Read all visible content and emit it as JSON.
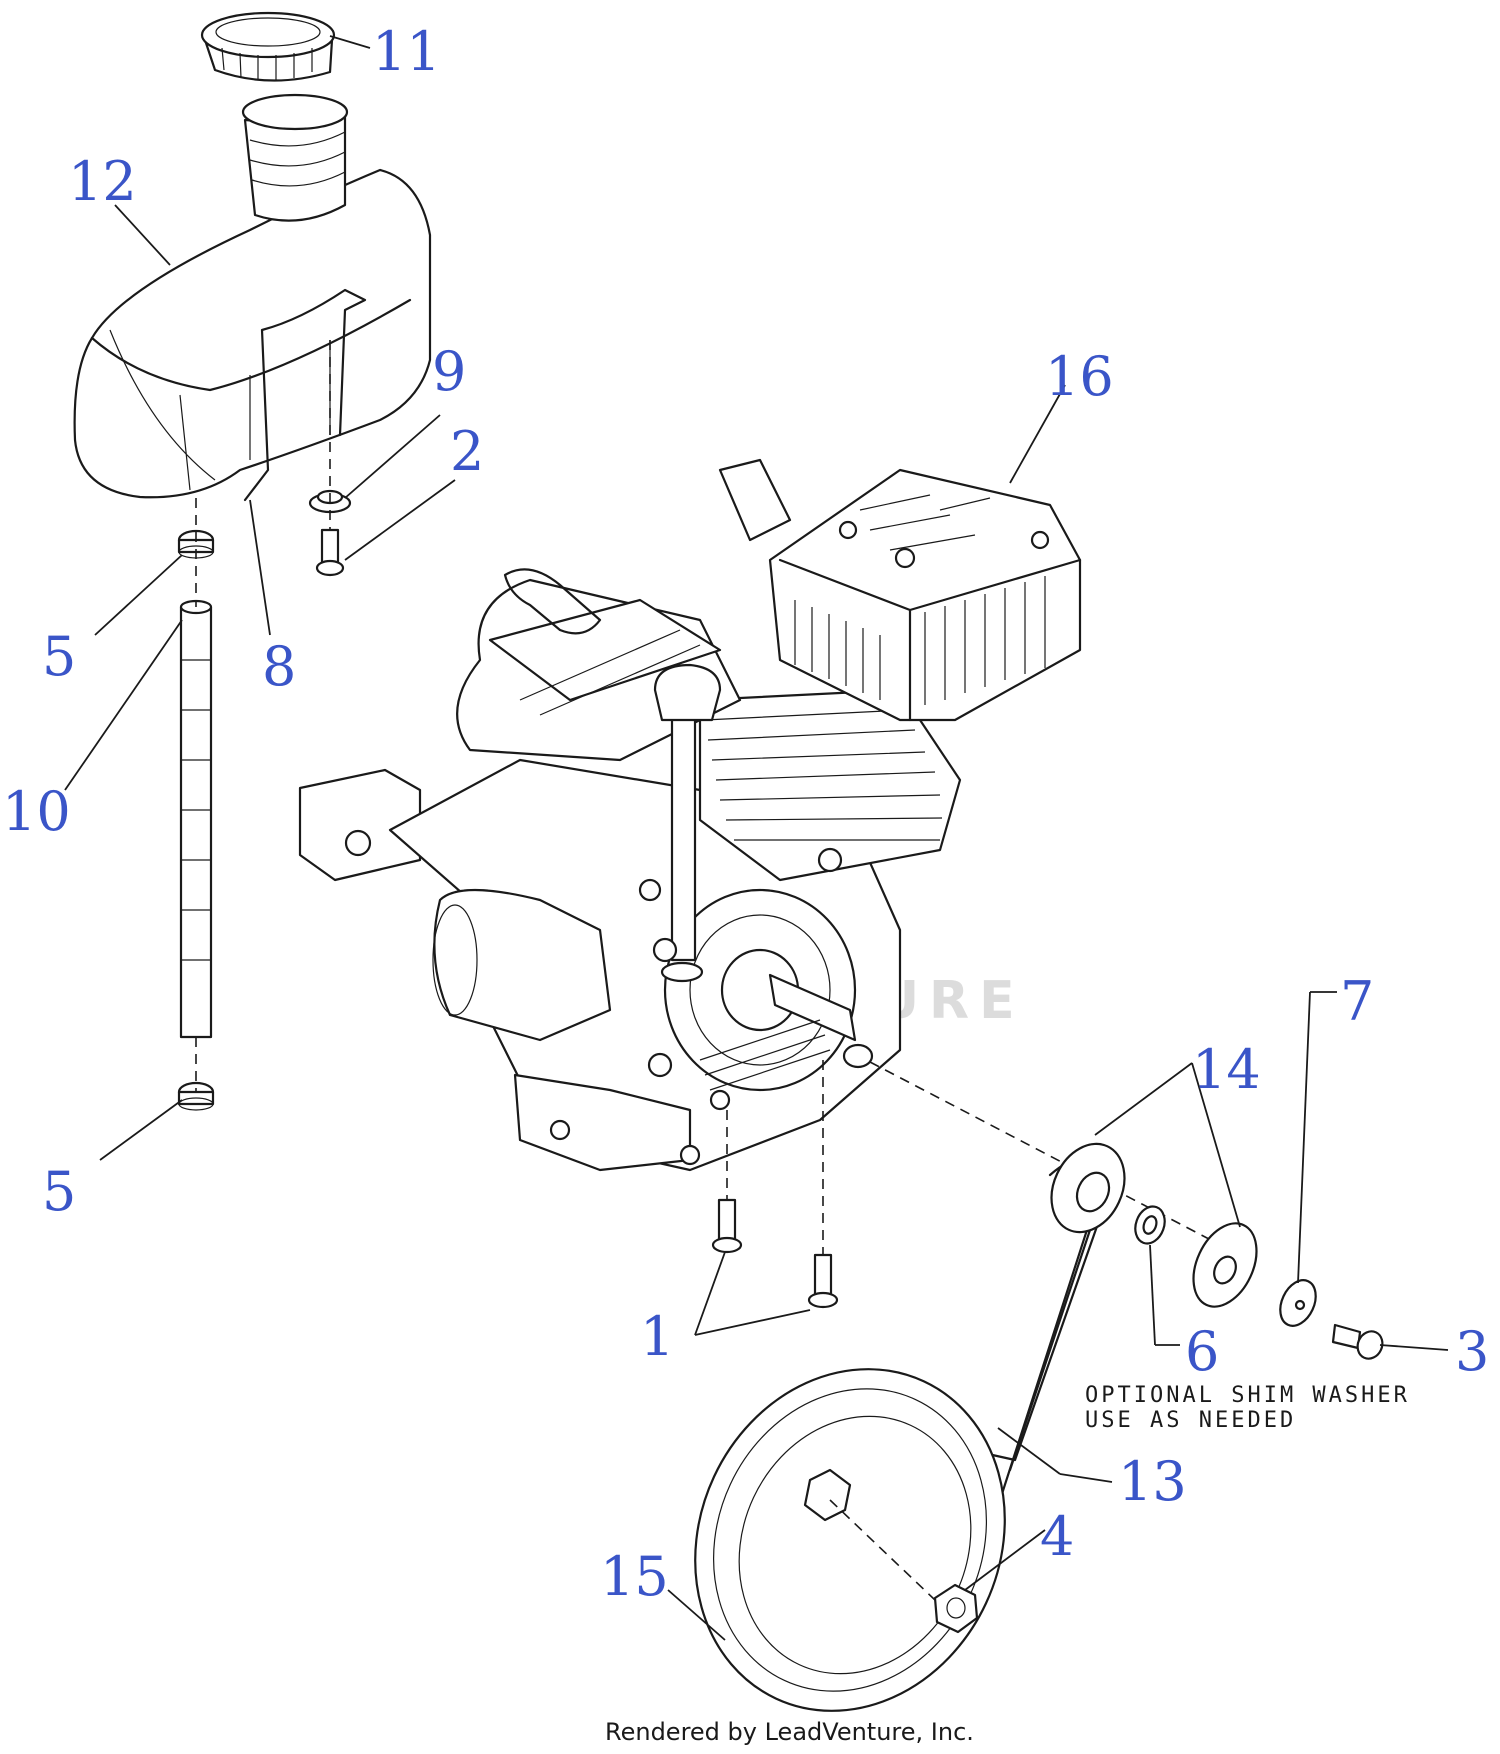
{
  "diagram": {
    "callouts": [
      "1",
      "2",
      "3",
      "4",
      "5",
      "5",
      "6",
      "7",
      "8",
      "9",
      "10",
      "11",
      "12",
      "13",
      "14",
      "15",
      "16"
    ],
    "note_line1": "OPTIONAL SHIM WASHER",
    "note_line2": "USE AS NEEDED",
    "watermark": "LEADVENTURE",
    "footer": "Rendered by LeadVenture, Inc."
  }
}
